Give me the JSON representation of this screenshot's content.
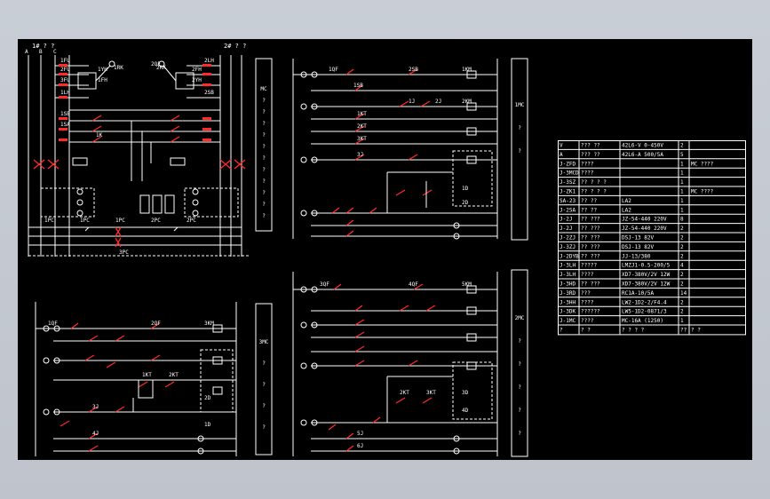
{
  "drawing": {
    "top_left_title": "1# ? ?",
    "top_right_title": "2# ? ?",
    "panel_labels": [
      "MC",
      "?",
      "?",
      "?",
      "?",
      "?",
      "?",
      "?",
      "?",
      "?",
      "?",
      "?"
    ],
    "panel_top_center_label": [
      "1MC",
      "?",
      "?"
    ],
    "panel_bottom_center_label": [
      "2MC",
      "?",
      "?",
      "?",
      "?",
      "?"
    ],
    "panel_bottom_left_label": [
      "3MC",
      "?",
      "?",
      "?",
      "?"
    ],
    "top_left_terminals": [
      "A",
      "B",
      "C"
    ],
    "top_left_components": [
      "1FU",
      "2FU",
      "3FU",
      "1YH",
      "1FH",
      "1RK",
      "1LH",
      "1SB",
      "1SA",
      "1K",
      "2LH",
      "2QF",
      "2FH",
      "2YH",
      "2RK",
      "2SB"
    ],
    "bottom_labels": [
      "1PC",
      "1PC",
      "1PC",
      "2PC",
      "2PC",
      "3PC"
    ],
    "top_center_labels": [
      "1QF",
      "1SB",
      "2SB",
      "1KM",
      "2KM",
      "1KT",
      "2KT",
      "3KT",
      "1J",
      "2J",
      "3J",
      "1D",
      "2D"
    ],
    "bottom_left_labels": [
      "1QF",
      "2QF",
      "3KM",
      "1KT",
      "2KT",
      "3J",
      "4J",
      "1D",
      "2D"
    ],
    "bottom_center_labels": [
      "3QF",
      "4QF",
      "5KM",
      "2KT",
      "3KT",
      "5J",
      "6J",
      "3D",
      "4D"
    ]
  },
  "table": {
    "rows": [
      [
        "V",
        "??? ??",
        "42L6-V 0-450V",
        "2",
        ""
      ],
      [
        "A",
        "??? ??",
        "42L6-A 500/5A",
        "5",
        ""
      ],
      [
        "J-ZFD",
        "????",
        "",
        "1",
        "MC ????"
      ],
      [
        "J-3MCD",
        "????",
        "",
        "1",
        ""
      ],
      [
        "J-3SZ",
        "?? ? ? ?",
        "",
        "1",
        ""
      ],
      [
        "J-ZK1",
        "?? ? ? ?",
        "",
        "1",
        "MC ????"
      ],
      [
        "SA-23",
        "?? ??",
        "LA2",
        "1",
        ""
      ],
      [
        "J-2SA",
        "?? ??",
        "LA2",
        "1",
        ""
      ],
      [
        "J-2J",
        "?? ???",
        "JZ-54-440 220V",
        "8",
        ""
      ],
      [
        "J-2J",
        "?? ???",
        "JZ-54-440 220V",
        "2",
        ""
      ],
      [
        "J-2ZJ",
        "?? ???",
        "DSJ-13 82V",
        "2",
        ""
      ],
      [
        "J-3ZJ",
        "?? ???",
        "DSJ-13 82V",
        "2",
        ""
      ],
      [
        "J-2DYB",
        "?? ???",
        "JJ-13/380",
        "2",
        ""
      ],
      [
        "J-3LH",
        "?????",
        "LMZJ1-0.5-200/5",
        "4",
        ""
      ],
      [
        "J-3LH",
        "????",
        "XD7-380V/2V 12W",
        "2",
        ""
      ],
      [
        "J-3HD",
        "?? ???",
        "XD7-380V/2V 12W",
        "2",
        ""
      ],
      [
        "J-3RD",
        "???",
        "RC1A-10/5A",
        "14",
        ""
      ],
      [
        "J-3HH",
        "????",
        "LW2-1D2-2/F4.4",
        "2",
        ""
      ],
      [
        "J-3DK",
        "??????",
        "LW5-1D2-0871/3",
        "2",
        ""
      ],
      [
        "J-1MC",
        "????",
        "MC-16A (1250)",
        "1",
        ""
      ],
      [
        "?",
        "? ?",
        "? ? ? ?",
        "??",
        "? ?"
      ]
    ]
  }
}
